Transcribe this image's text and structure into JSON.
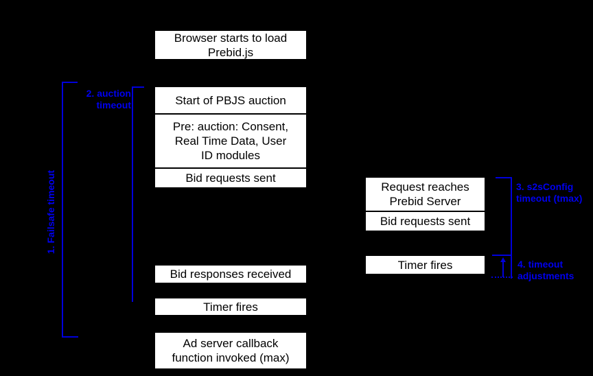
{
  "colors": {
    "background": "#000000",
    "box_background": "#ffffff",
    "box_text": "#000000",
    "accent_blue": "#0000ee"
  },
  "timeline": {
    "browser_column": {
      "browser_load": "Browser starts to load\nPrebid.js",
      "auction_start": "Start of PBJS auction",
      "pre_auction": "Pre: auction: Consent,\nReal Time Data, User\nID modules",
      "bid_requests_sent": "Bid requests sent",
      "bid_responses_received": "Bid responses received",
      "timer_fires": "Timer fires",
      "ad_server_callback": "Ad server callback\nfunction invoked (max)"
    },
    "server_column": {
      "request_reaches_server": "Request reaches\nPrebid Server",
      "bid_requests_sent": "Bid requests sent",
      "timer_fires": "Timer fires"
    },
    "annotations": {
      "failsafe_timeout": "1. Failsafe timeout",
      "auction_timeout": "2. auction\ntimeout",
      "s2s_timeout": "3. s2sConfig\ntimeout (tmax)",
      "timeout_adjustments": "4. timeout\nadjustments"
    }
  }
}
